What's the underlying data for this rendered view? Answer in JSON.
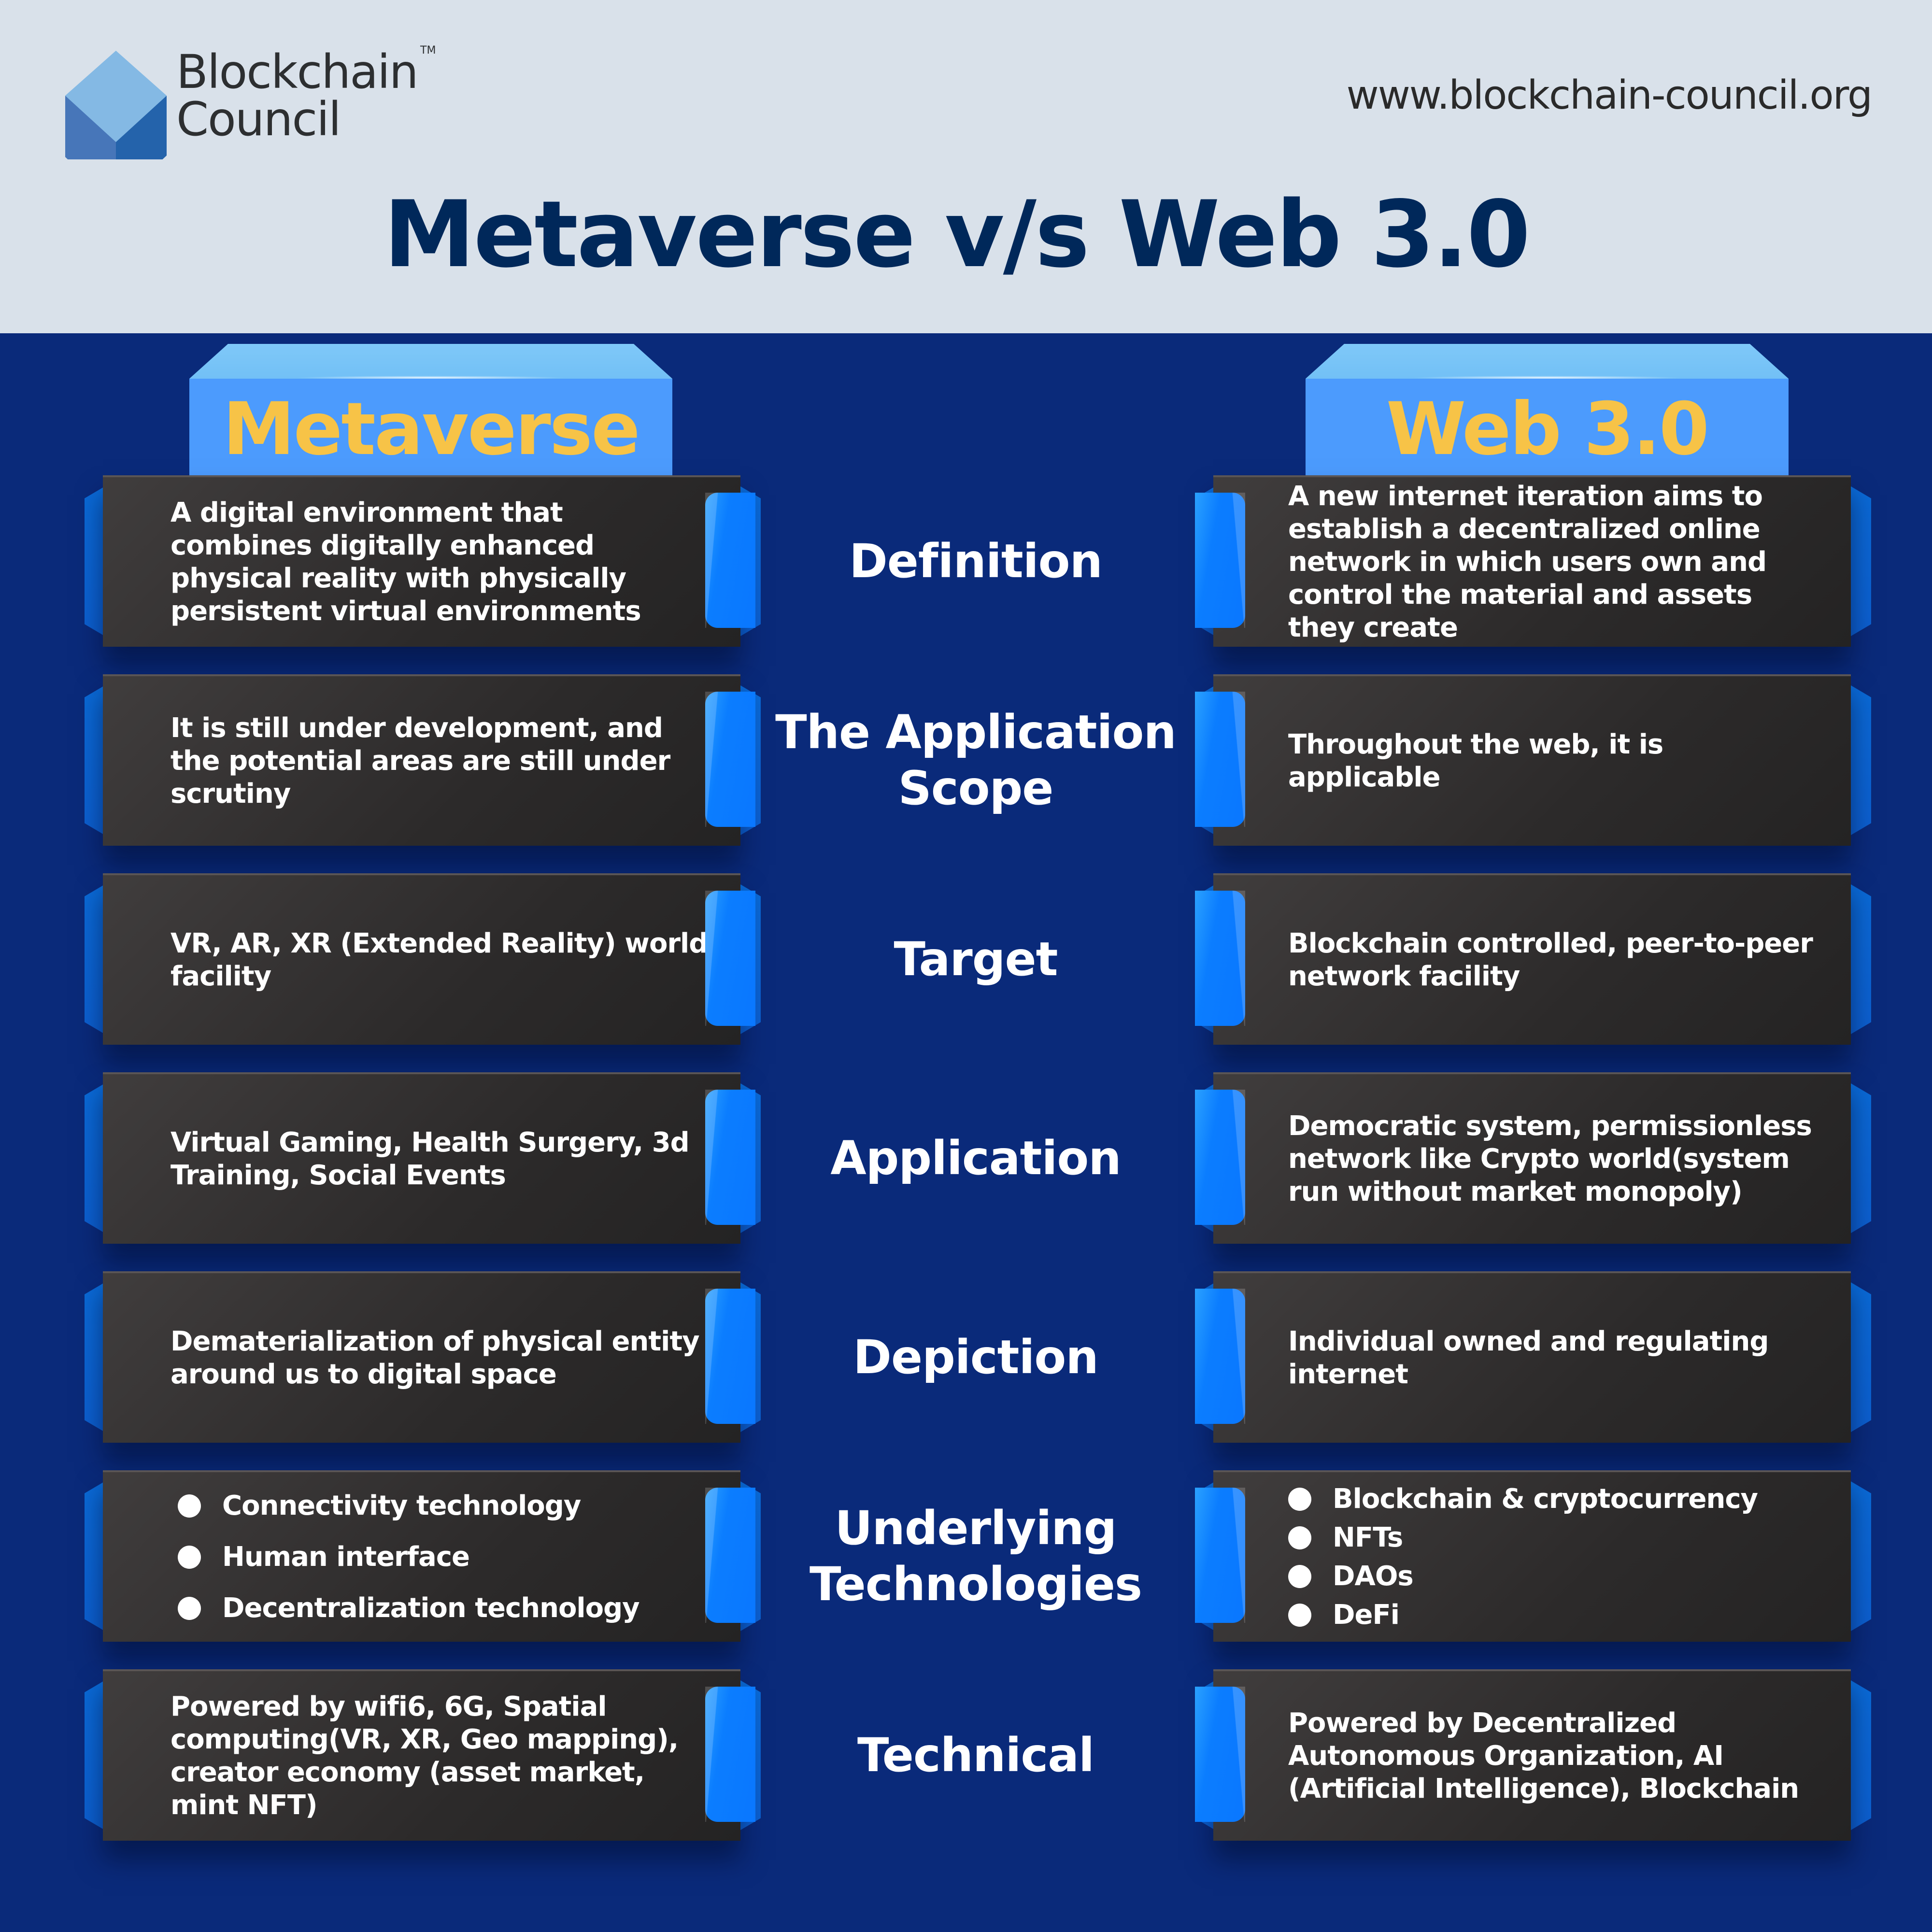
{
  "header": {
    "logo_line1": "Blockchain",
    "logo_line2": "Council",
    "logo_tm": "TM",
    "url": "www.blockchain-council.org",
    "title": "Metaverse v/s Web 3.0"
  },
  "columns": {
    "left": "Metaverse",
    "right": "Web 3.0"
  },
  "colors": {
    "header_bg": "#d9e1ea",
    "body_bg": "#0a2a7a",
    "title": "#00285a",
    "column_label": "#f7c347",
    "column_box": "#4c9bfd",
    "card_bg": "#2f2d2d",
    "tab_blue": "#0a77ff"
  },
  "rows": [
    {
      "label": "Definition",
      "metaverse": "A digital environment that combines digitally enhanced physical reality with physically persistent virtual environments",
      "web3": "A new internet iteration aims to establish a decentralized online network in which users own and control the material and assets they create"
    },
    {
      "label": "The Application Scope",
      "metaverse": "It is still under development, and the potential areas are still under scrutiny",
      "web3": "Throughout the web, it is applicable"
    },
    {
      "label": "Target",
      "metaverse": "VR, AR, XR (Extended Reality) world facility",
      "web3": "Blockchain controlled, peer-to-peer network facility"
    },
    {
      "label": "Application",
      "metaverse": "Virtual Gaming, Health Surgery, 3d Training, Social Events",
      "web3": "Democratic system, permissionless network like Crypto world(system run without market monopoly)"
    },
    {
      "label": "Depiction",
      "metaverse": "Dematerialization of physical entity around us to digital space",
      "web3": "Individual owned and regulating internet"
    },
    {
      "label": "Underlying Technologies",
      "metaverse_list": [
        "Connectivity technology",
        "Human interface",
        "Decentralization technology"
      ],
      "web3_list": [
        "Blockchain & cryptocurrency",
        "NFTs",
        "DAOs",
        "DeFi"
      ]
    },
    {
      "label": "Technical",
      "metaverse": "Powered by wifi6, 6G, Spatial computing(VR, XR, Geo mapping), creator economy (asset market, mint NFT)",
      "web3": "Powered by Decentralized Autonomous Organization, AI (Artificial Intelligence), Blockchain"
    }
  ]
}
